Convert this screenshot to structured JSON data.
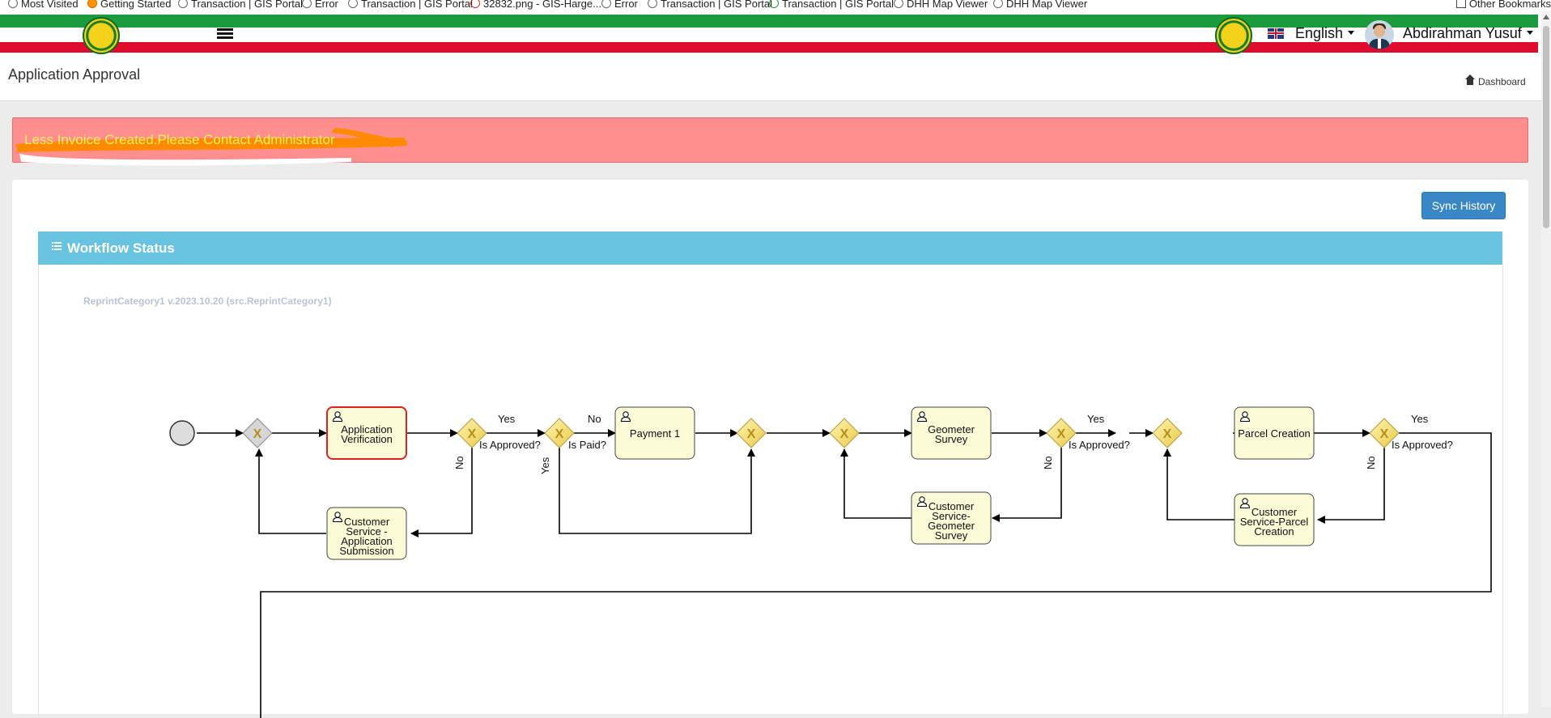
{
  "bookmarks": {
    "items": [
      {
        "label": "Most Visited",
        "icon": "gear-icon"
      },
      {
        "label": "Getting Started",
        "icon": "firefox-icon"
      },
      {
        "label": "Transaction | GIS Portal",
        "icon": "globe-icon"
      },
      {
        "label": "Error",
        "icon": "globe-icon"
      },
      {
        "label": "Transaction | GIS Portal",
        "icon": "globe-icon"
      },
      {
        "label": "32832.png - GIS-Harge...",
        "icon": "image-icon"
      },
      {
        "label": "Error",
        "icon": "globe-icon"
      },
      {
        "label": "Transaction | GIS Portal",
        "icon": "globe-icon"
      },
      {
        "label": "Transaction | GIS Portal",
        "icon": "globe-icon"
      },
      {
        "label": "DHH Map Viewer",
        "icon": "globe-icon"
      },
      {
        "label": "DHH Map Viewer",
        "icon": "globe-icon"
      }
    ],
    "other": "Other Bookmarks"
  },
  "header": {
    "language": "English",
    "user_name": "Abdirahman Yusuf",
    "colors": {
      "green": "#1a9c3e",
      "red": "#de0b2c"
    }
  },
  "page": {
    "title": "Application Approval",
    "breadcrumb": "Dashboard"
  },
  "alert": {
    "message": "Less Invoice Created.Please Contact Administrator",
    "color": "#ff8e8e"
  },
  "actions": {
    "sync_label": "Sync History"
  },
  "workflow": {
    "title": "Workflow Status",
    "process_id": "ReprintCategory1 v.2023.10.20 (src.ReprintCategory1)",
    "tasks": {
      "app_verification": [
        "Application",
        "Verification"
      ],
      "cs_app_submission": [
        "Customer",
        "Service -",
        "Application",
        "Submission"
      ],
      "payment": [
        "Payment 1"
      ],
      "geometer_survey": [
        "Geometer",
        "Survey"
      ],
      "cs_geometer_survey": [
        "Customer",
        "Service-",
        "Geometer",
        "Survey"
      ],
      "parcel_creation": [
        "Parcel Creation"
      ],
      "cs_parcel_creation": [
        "Customer",
        "Service-Parcel",
        "Creation"
      ]
    },
    "labels": {
      "yes": "Yes",
      "no": "No",
      "is_approved": "Is Approved?",
      "is_paid": "Is Paid?"
    },
    "active_color": "#e22020"
  }
}
